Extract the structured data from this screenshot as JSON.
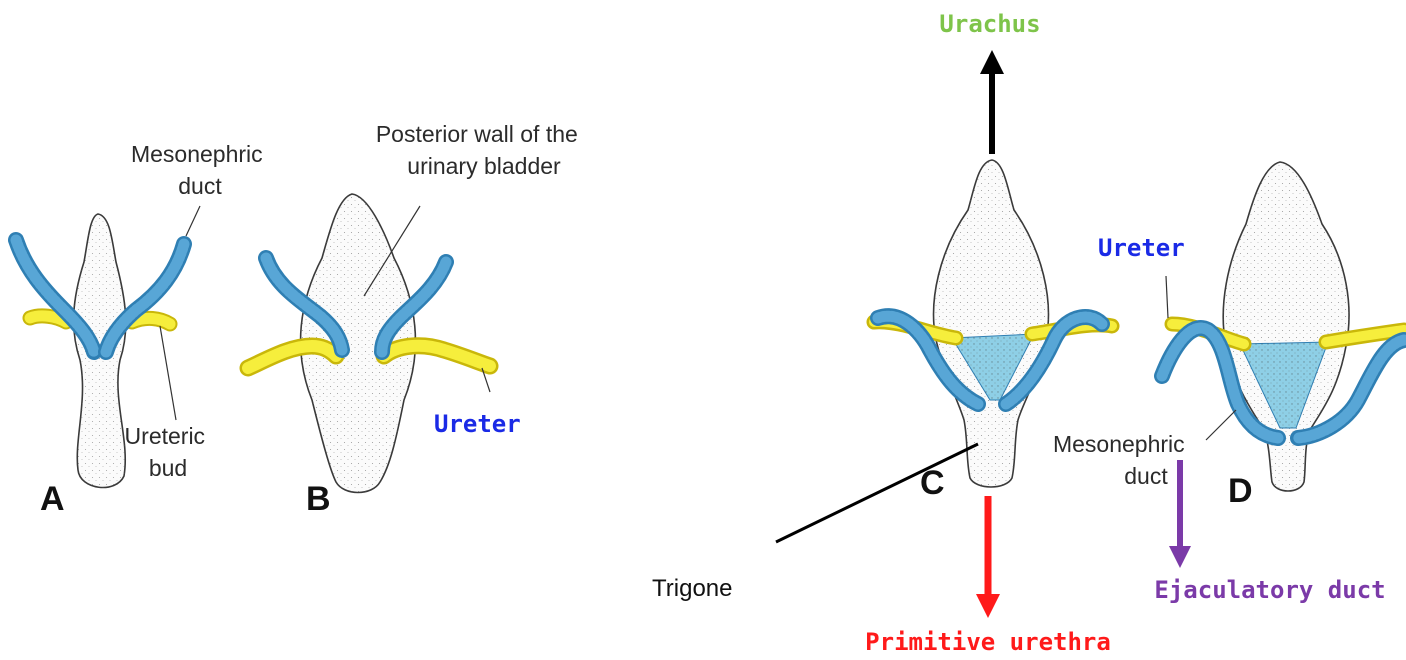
{
  "colors": {
    "duct": "#58a6d6",
    "duct_edge": "#2f7fb3",
    "ureter": "#f6ee3c",
    "ureter_edge": "#c9b70a",
    "trigone_fill": "#8ecfe6",
    "blue_label": "#1a2ae6",
    "green_label": "#7ec44a",
    "red_label": "#ff1a1a",
    "purple_label": "#7b3aa8"
  },
  "panels": {
    "a": {
      "letter": "A",
      "mesonephric": [
        "Mesonephric",
        "duct"
      ],
      "ureteric": [
        "Ureteric",
        "bud"
      ]
    },
    "b": {
      "letter": "B",
      "posterior": [
        "Posterior wall of the",
        "urinary bladder"
      ],
      "ureter": "Ureter"
    },
    "c": {
      "letter": "C",
      "urachus": "Urachus",
      "trigone": "Trigone",
      "primitive_urethra": "Primitive urethra"
    },
    "d": {
      "letter": "D",
      "ureter": "Ureter",
      "mesonephric": [
        "Mesonephric",
        "duct"
      ],
      "ejaculatory": "Ejaculatory duct"
    }
  }
}
